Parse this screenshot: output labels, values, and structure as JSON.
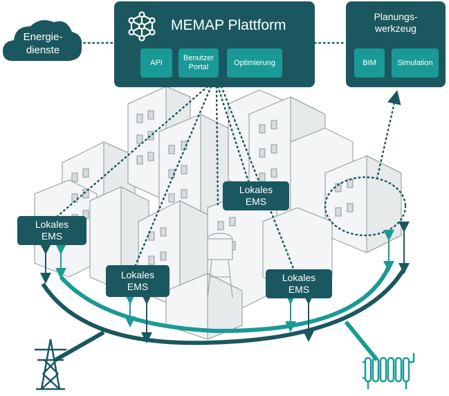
{
  "platform": {
    "title": "MEMAP Plattform",
    "modules": [
      "API",
      "Benutzer\nPortal",
      "Optimierung"
    ]
  },
  "planning": {
    "title": "Planungs-\nwerkzeug",
    "modules": [
      "BIM",
      "Simulation"
    ]
  },
  "services": {
    "label": "Energie-\ndienste"
  },
  "ems_units": [
    {
      "label": "Lokales\nEMS"
    },
    {
      "label": "Lokales\nEMS"
    },
    {
      "label": "Lokales\nEMS"
    },
    {
      "label": "Lokales\nEMS"
    }
  ],
  "icons": {
    "platform_logo": "network-hub-icon",
    "cloud": "cloud-icon",
    "power": "power-pylon-icon",
    "heat": "radiator-icon"
  },
  "colors": {
    "dark_teal": "#1b575f",
    "teal": "#1a9a96",
    "line": "#1b575f",
    "building_stroke": "#9aa3a6"
  }
}
